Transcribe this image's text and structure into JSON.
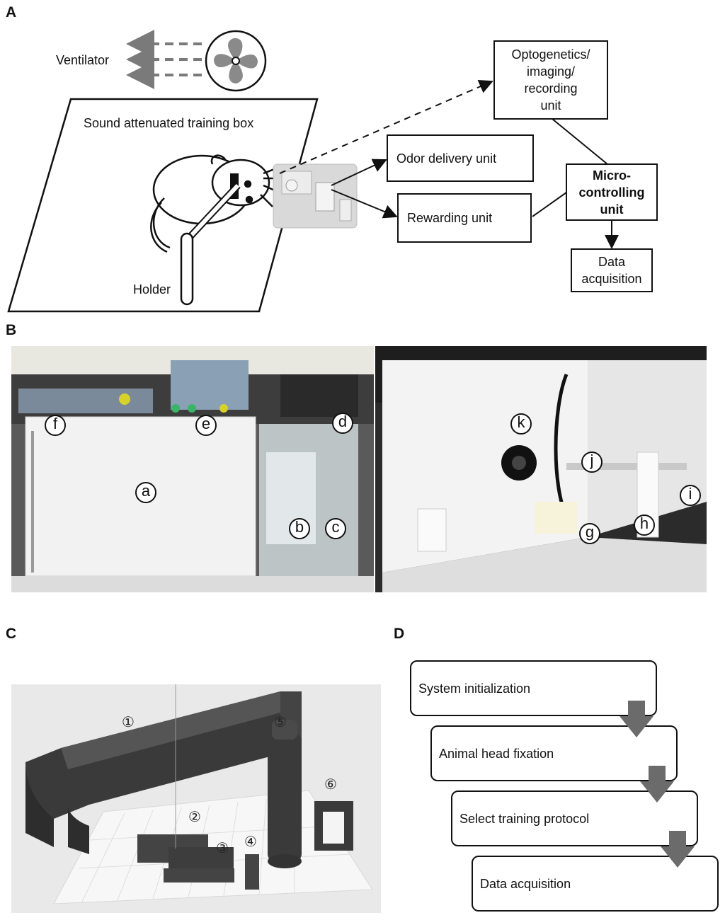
{
  "panels": {
    "a": "A",
    "b": "B",
    "c": "C",
    "d": "D"
  },
  "panel_a": {
    "ventilator": "Ventilator",
    "box_label": "Sound attenuated training box",
    "holder": "Holder",
    "optogenetics": "Optogenetics/\nimaging/\nrecording\nunit",
    "odor": "Odor delivery unit",
    "reward": "Rewarding unit",
    "micro": "Micro-\ncontrolling\nunit",
    "data_acq": "Data\nacquisition"
  },
  "panel_b": {
    "markers": [
      "a",
      "b",
      "c",
      "d",
      "e",
      "f",
      "g",
      "h",
      "i",
      "j",
      "k"
    ]
  },
  "panel_c": {
    "labels": [
      "①",
      "②",
      "③",
      "④",
      "⑤",
      "⑥"
    ]
  },
  "panel_d": {
    "steps": [
      "System initialization",
      "Animal head fixation",
      "Select training protocol",
      "Data acquisition"
    ]
  },
  "colors": {
    "arrow_gray": "#6b6b6b",
    "part_dark": "#3a3a3a"
  }
}
